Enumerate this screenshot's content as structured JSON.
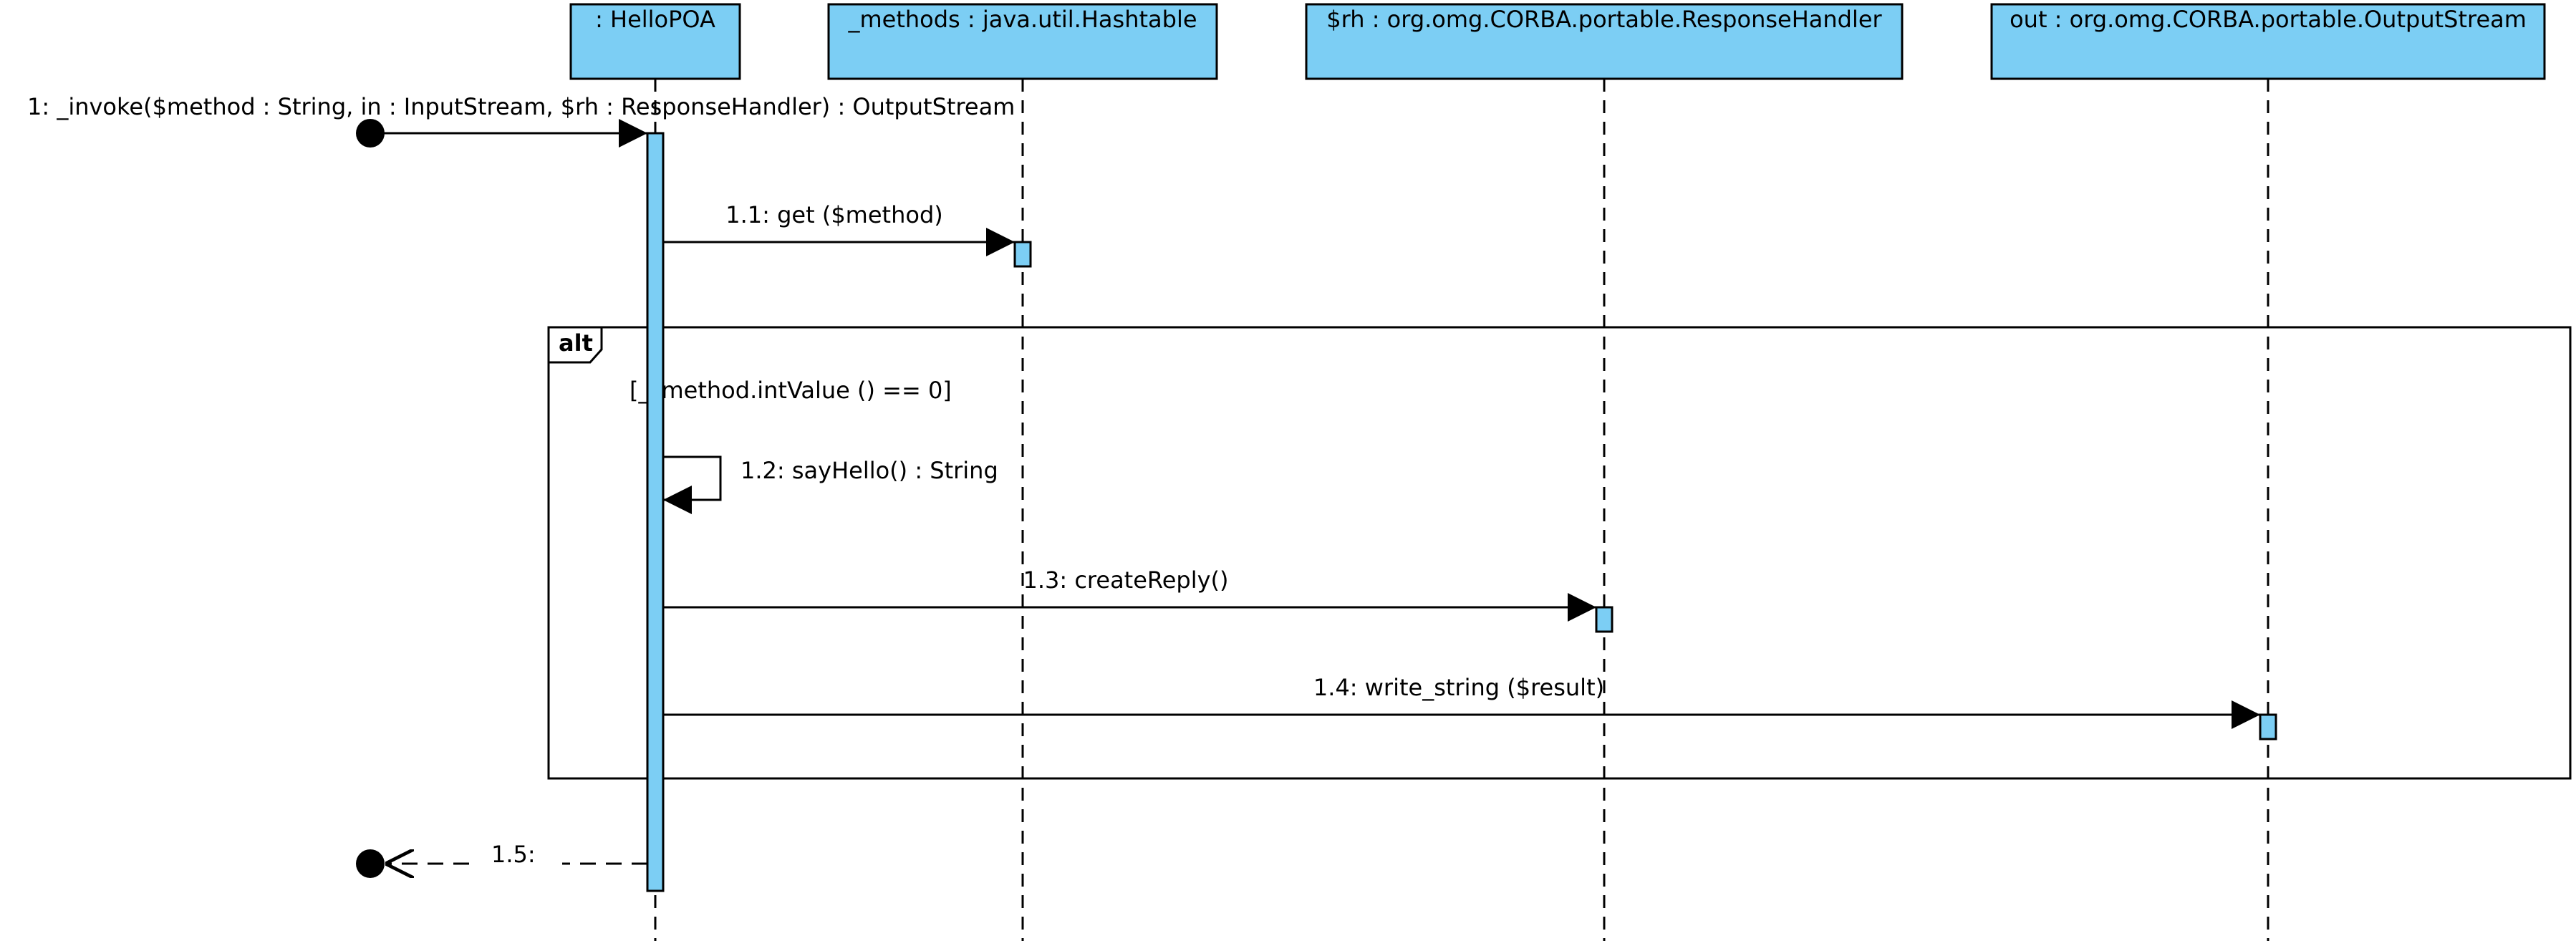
{
  "lifelines": [
    {
      "id": "hellopoa",
      "label": ": HelloPOA"
    },
    {
      "id": "methods",
      "label": "_methods : java.util.Hashtable"
    },
    {
      "id": "rh",
      "label": "$rh : org.omg.CORBA.portable.ResponseHandler"
    },
    {
      "id": "out",
      "label": "out : org.omg.CORBA.portable.OutputStream"
    }
  ],
  "messages": [
    {
      "id": "m1",
      "label": "1: _invoke($method : String, in : InputStream, $rh : ResponseHandler) : OutputStream",
      "from": "found",
      "to": "hellopoa",
      "kind": "sync"
    },
    {
      "id": "m1_1",
      "label": "1.1: get ($method)",
      "from": "hellopoa",
      "to": "methods",
      "kind": "sync"
    },
    {
      "id": "m1_2",
      "label": "1.2: sayHello() : String",
      "from": "hellopoa",
      "to": "hellopoa",
      "kind": "self"
    },
    {
      "id": "m1_3",
      "label": "1.3: createReply()",
      "from": "hellopoa",
      "to": "rh",
      "kind": "sync"
    },
    {
      "id": "m1_4",
      "label": "1.4: write_string ($result)",
      "from": "hellopoa",
      "to": "out",
      "kind": "sync"
    },
    {
      "id": "m1_5",
      "label": "1.5:",
      "from": "hellopoa",
      "to": "lost",
      "kind": "reply"
    }
  ],
  "fragment": {
    "operator": "alt",
    "guard": "[__method.intValue () == 0]"
  },
  "colors": {
    "lifeline_fill": "#7ccef4",
    "line": "#000000",
    "background": "#ffffff"
  }
}
